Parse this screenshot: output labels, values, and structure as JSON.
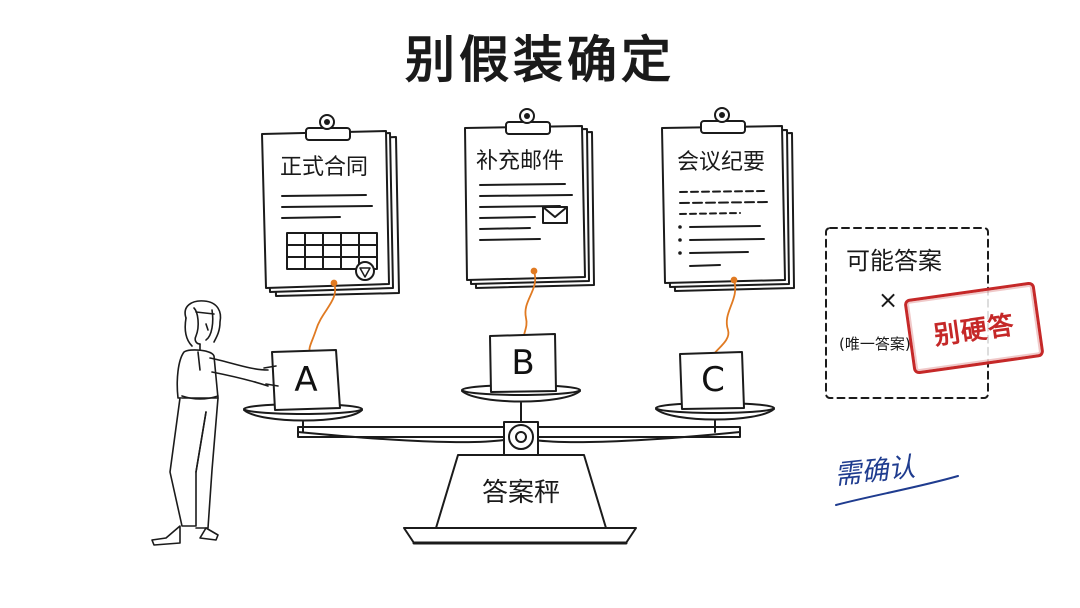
{
  "title": "别假装确定",
  "documents": [
    {
      "id": "A",
      "title": "正式合同"
    },
    {
      "id": "B",
      "title": "补充邮件"
    },
    {
      "id": "C",
      "title": "会议纪要"
    }
  ],
  "scale": {
    "label": "答案秤",
    "pans": [
      "A",
      "B",
      "C"
    ]
  },
  "note": {
    "line1": "可能答案",
    "times": "×",
    "line3": "(唯一答案)",
    "stamp": "别硬答"
  },
  "handwritten": "需确认",
  "colors": {
    "ink": "#1b1b1b",
    "connector": "#e07a22",
    "stamp": "#c52828",
    "handwriting": "#1f3c8f"
  }
}
